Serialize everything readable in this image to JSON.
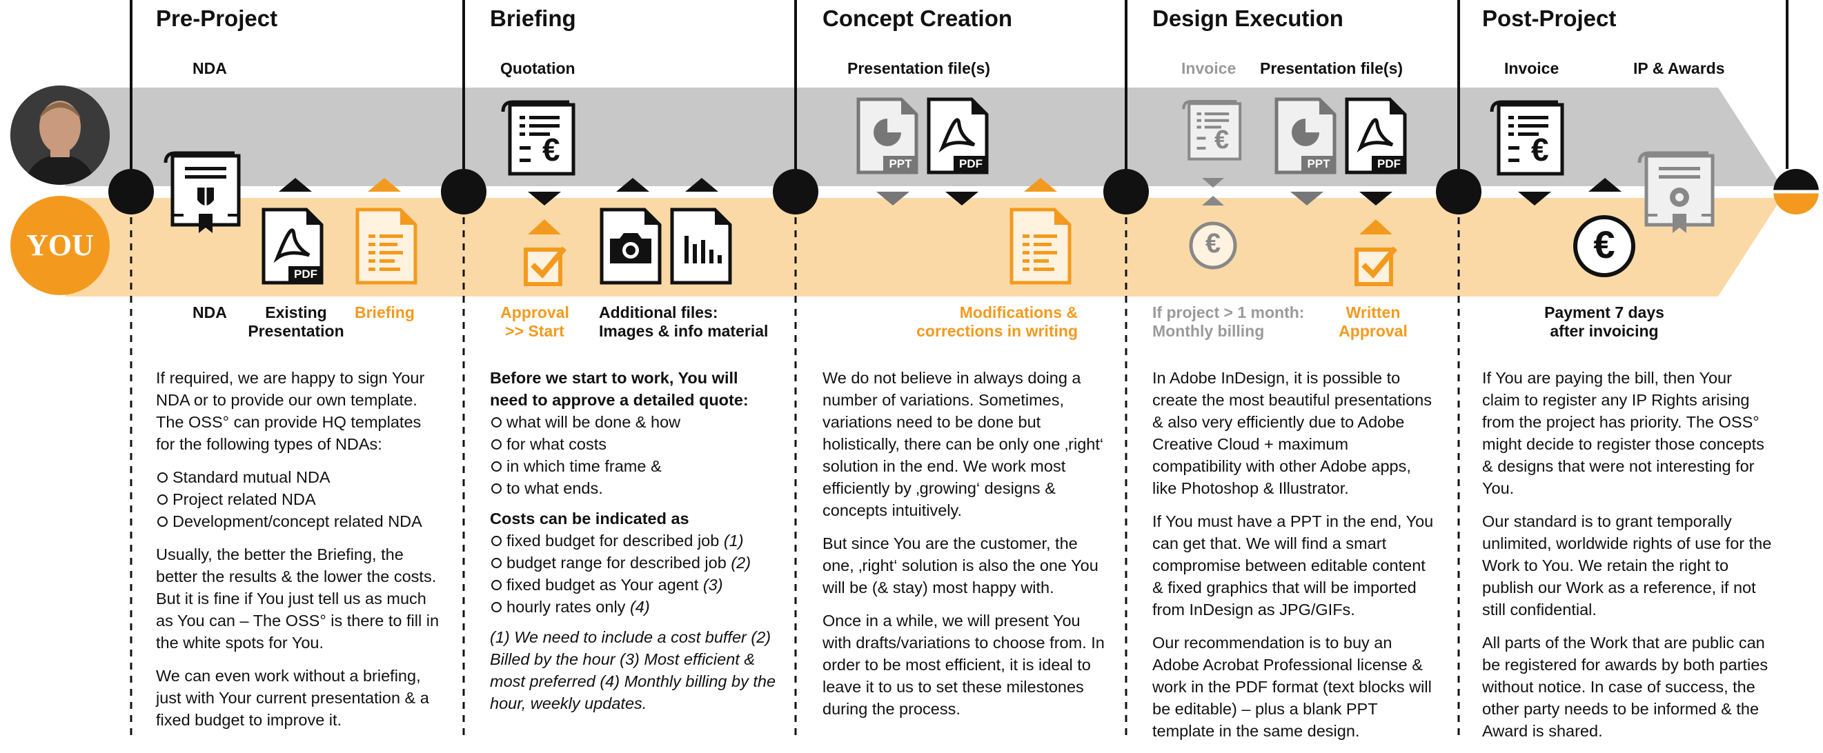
{
  "colors": {
    "grey_band": "#c8c8c8",
    "orange_band": "#fbd9a7",
    "orange": "#f39a1e",
    "black": "#111111"
  },
  "person": {
    "you_label": "YOU"
  },
  "phases": [
    {
      "title": "Pre-Project",
      "top_labels": [
        "NDA"
      ],
      "bottom_labels": [
        {
          "lines": [
            "NDA"
          ],
          "style": "black"
        },
        {
          "lines": [
            "Existing",
            "Presentation"
          ],
          "style": "black"
        },
        {
          "lines": [
            "Briefing"
          ],
          "style": "orange"
        }
      ],
      "body": {
        "p1": "If required, we are happy to sign Your NDA or to provide our own template. The OSS° can provide HQ templates for the following types of NDAs:",
        "list1": [
          "Standard mutual NDA",
          "Project related NDA",
          "Development/concept related NDA"
        ],
        "p2": "Usually, the better the Briefing, the better the results & the lower the costs. But it is fine if You just tell us as much as You can – The OSS° is there to fill in the white spots for You.",
        "p3": "We can even work without a briefing, just with Your current presentation & a fixed budget to improve it."
      }
    },
    {
      "title": "Briefing",
      "top_labels": [
        "Quotation"
      ],
      "bottom_labels": [
        {
          "lines": [
            "Approval",
            ">> Start"
          ],
          "style": "orange"
        },
        {
          "lines": [
            "Additional files:",
            "Images & info material"
          ],
          "style": "black"
        }
      ],
      "body": {
        "h1": "Before we start to work, You will need to approve a detailed quote:",
        "list1": [
          "what will be done & how",
          "for what costs",
          "in which time frame &",
          "to what ends."
        ],
        "h2": "Costs can be indicated as",
        "list2": [
          {
            "text": "fixed budget for described job ",
            "note": "(1)"
          },
          {
            "text": "budget range for described job ",
            "note": "(2)"
          },
          {
            "text": "fixed budget as Your agent ",
            "note": "(3)"
          },
          {
            "text": "hourly rates only ",
            "note": "(4)"
          }
        ],
        "notes": "(1) We need to include a cost buffer (2) Billed by the hour  (3) Most efficient & most preferred  (4) Monthly billing by the hour, weekly updates."
      }
    },
    {
      "title": "Concept Creation",
      "top_labels": [
        "Presentation file(s)"
      ],
      "bottom_labels": [
        {
          "lines": [
            "Modifications &",
            "corrections in writing"
          ],
          "style": "orange"
        }
      ],
      "body": {
        "p1": "We do not believe in always doing a number of variations. Sometimes, variations need to be done but holistically, there can be only one ‚right‘ solution in the end. We work most efficiently by ‚growing‘ designs & concepts intuitively.",
        "p2": "But since You are the customer, the one, ‚right‘ solution is also the one You will be (& stay) most happy with.",
        "p3": "Once in a while, we will present You with drafts/variations to choose from. In order to be most efficient, it is ideal to leave it to us to set these milestones during the process."
      }
    },
    {
      "title": "Design Execution",
      "top_labels": [
        "Invoice",
        "Presentation file(s)"
      ],
      "bottom_labels": [
        {
          "lines": [
            "If project > 1 month:",
            "Monthly billing"
          ],
          "style": "grey"
        },
        {
          "lines": [
            "Written",
            "Approval"
          ],
          "style": "orange"
        }
      ],
      "body": {
        "p1": "In Adobe InDesign, it is possible to create the most beautiful presentations & also very efficiently due to Adobe Creative Cloud + maximum compatibility with other Adobe apps, like Photoshop & Illustrator.",
        "p2": "If You must have a PPT in the end, You can get that. We will find a smart compromise between editable content & fixed graphics that will be imported from InDesign as JPG/GIFs.",
        "p3": "Our recommendation is to buy an Adobe Acrobat Professional license & work in the PDF format (text blocks will be editable) – plus a blank PPT template in the same design."
      }
    },
    {
      "title": "Post-Project",
      "top_labels": [
        "Invoice",
        "IP & Awards"
      ],
      "bottom_labels": [
        {
          "lines": [
            "Payment 7 days",
            "after invoicing"
          ],
          "style": "black"
        }
      ],
      "body": {
        "p1": "If You are paying the bill, then Your claim to register any IP Rights arising from the project has priority. The OSS° might decide to register those concepts & designs that were not interesting for You.",
        "p2": "Our standard is to grant temporally unlimited, worldwide rights of use for the Work to You. We retain the right to publish our Work as a reference, if not still confidential.",
        "p3": "All parts of the Work that are public can be registered for awards by both parties without notice. In case of success, the other party needs to be informed & the Award is shared."
      }
    }
  ],
  "icons": {
    "file_labels": {
      "pdf": "PDF",
      "ppt": "PPT",
      "euro": "€"
    }
  }
}
